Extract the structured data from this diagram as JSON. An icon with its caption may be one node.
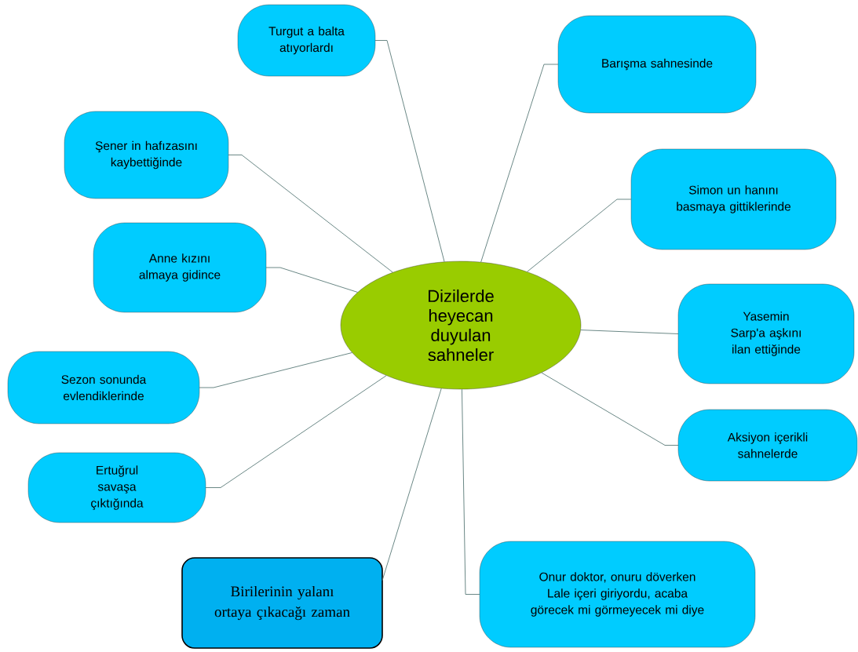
{
  "diagram": {
    "nodes": [
      {
        "text": [
          "Dizilerde heyecan duyulan sahneler"
        ]
      },
      {
        "text": [
          "Turgut a balta atıyorlardı"
        ]
      },
      {
        "text": [
          "Barışma sahnesinde"
        ]
      },
      {
        "text": [
          "Şener in hafızasını kaybettiğinde"
        ]
      },
      {
        "text": [
          "Simon un hanını basmaya gittiklerinde"
        ]
      },
      {
        "text": [
          "Anne kızını almaya gidince"
        ]
      },
      {
        "text": [
          "Yasemin Sarp'a aşkını ilan ettiğinde"
        ]
      },
      {
        "text": [
          "Sezon sonunda evlendiklerinde"
        ]
      },
      {
        "text": [
          "Aksiyon içerikli sahnelerde"
        ]
      },
      {
        "text": [
          "Ertuğrul savaşa çıktığında"
        ]
      },
      {
        "text": [
          "Birilerinin yalanı ortaya çıkacağı zaman"
        ]
      },
      {
        "text": [
          "Onur doktor, onuru döverken Lale içeri giriyordu, acaba görecek mi görmeyecek mi diye"
        ]
      }
    ],
    "edges": [
      {
        "from": 0,
        "to": 1,
        "arrow": "none"
      },
      {
        "from": 0,
        "to": 2,
        "arrow": "none"
      },
      {
        "from": 0,
        "to": 3,
        "arrow": "none"
      },
      {
        "from": 0,
        "to": 4,
        "arrow": "none"
      },
      {
        "from": 0,
        "to": 5,
        "arrow": "none"
      },
      {
        "from": 0,
        "to": 6,
        "arrow": "none"
      },
      {
        "from": 0,
        "to": 7,
        "arrow": "none"
      },
      {
        "from": 0,
        "to": 8,
        "arrow": "none"
      },
      {
        "from": 0,
        "to": 9,
        "arrow": "none"
      },
      {
        "from": 0,
        "to": 10,
        "arrow": "none"
      },
      {
        "from": 0,
        "to": 11,
        "arrow": "none"
      }
    ]
  }
}
